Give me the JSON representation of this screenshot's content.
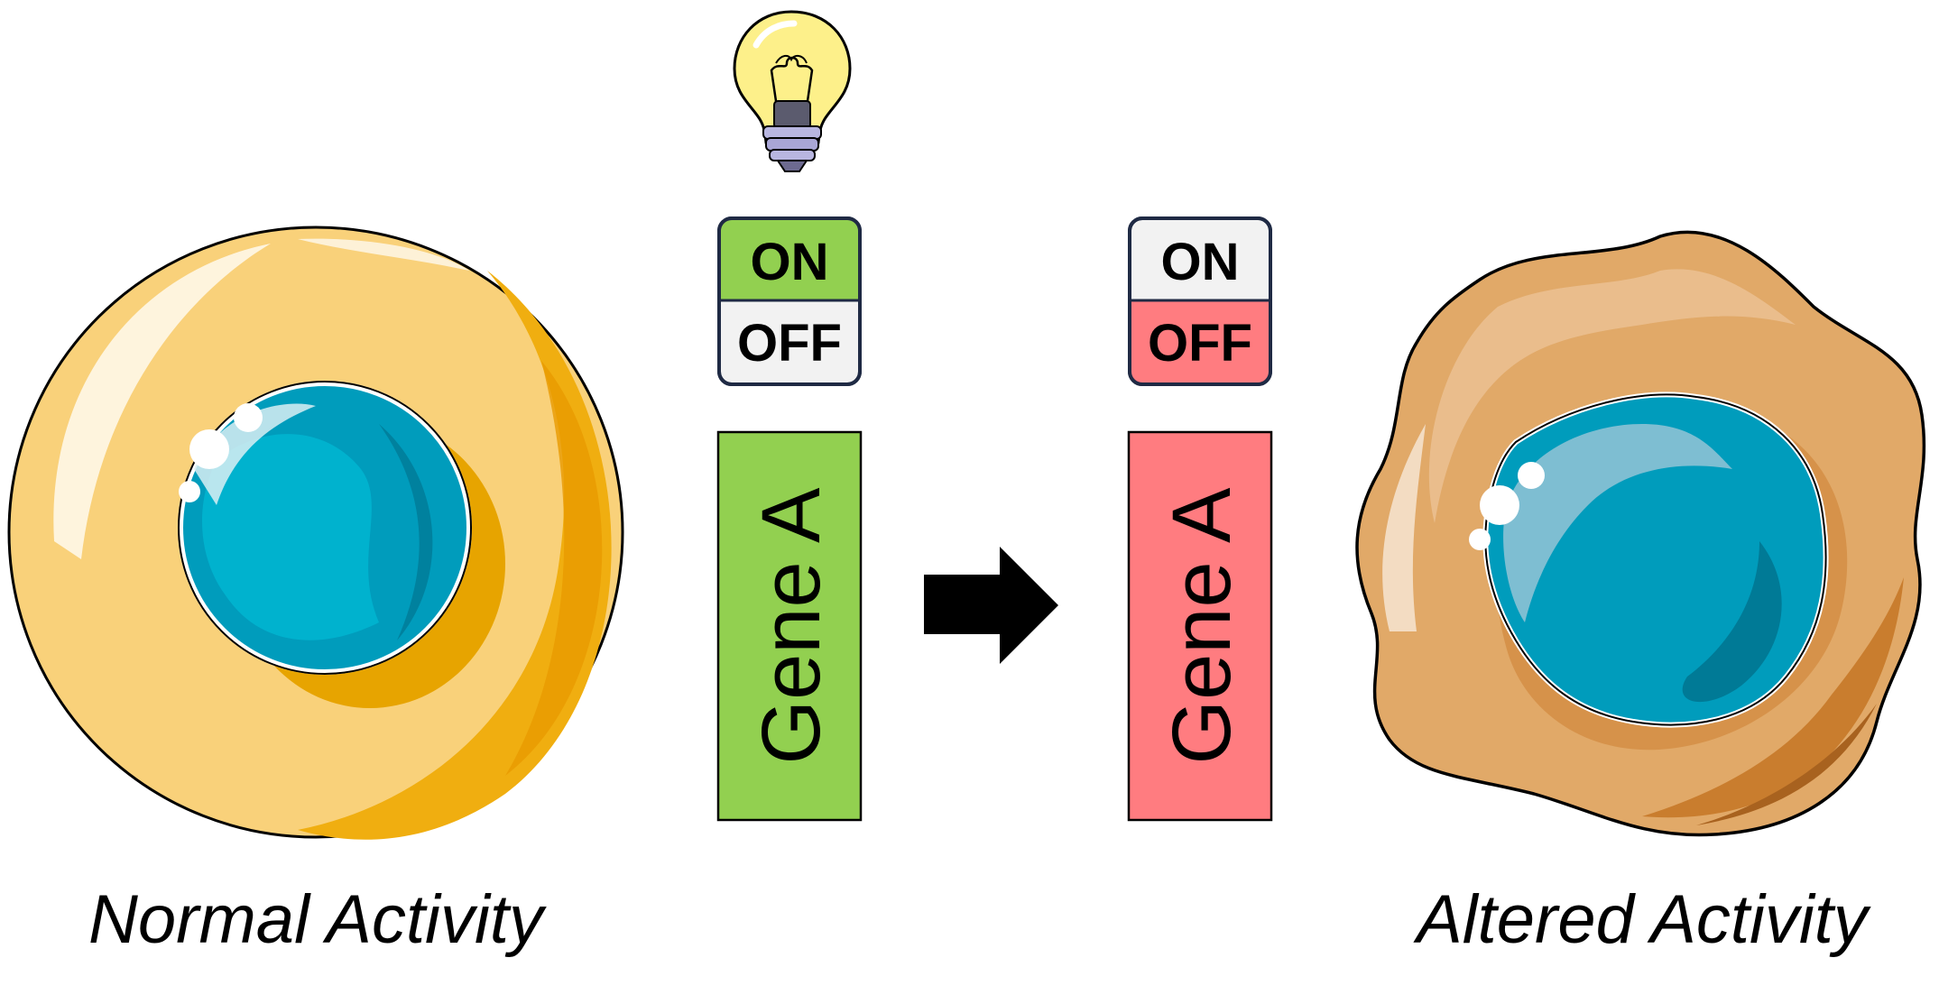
{
  "left_panel": {
    "caption": "Normal Activity",
    "switch": {
      "on_label": "ON",
      "off_label": "OFF",
      "active": "ON"
    },
    "gene_label": "Gene A"
  },
  "right_panel": {
    "caption": "Altered Activity",
    "switch": {
      "on_label": "ON",
      "off_label": "OFF",
      "active": "OFF"
    },
    "gene_label": "Gene A"
  },
  "colors": {
    "on_green": "#92D050",
    "off_red": "#FF7C80",
    "inactive_gray": "#F2F2F2",
    "switch_border": "#1F2A44",
    "normal_cell": "#F9D17A",
    "altered_cell": "#E1A968",
    "nucleus": "#009CBC"
  },
  "icons": {
    "bulb": "lightbulb-icon",
    "arrow": "right-arrow-icon"
  }
}
